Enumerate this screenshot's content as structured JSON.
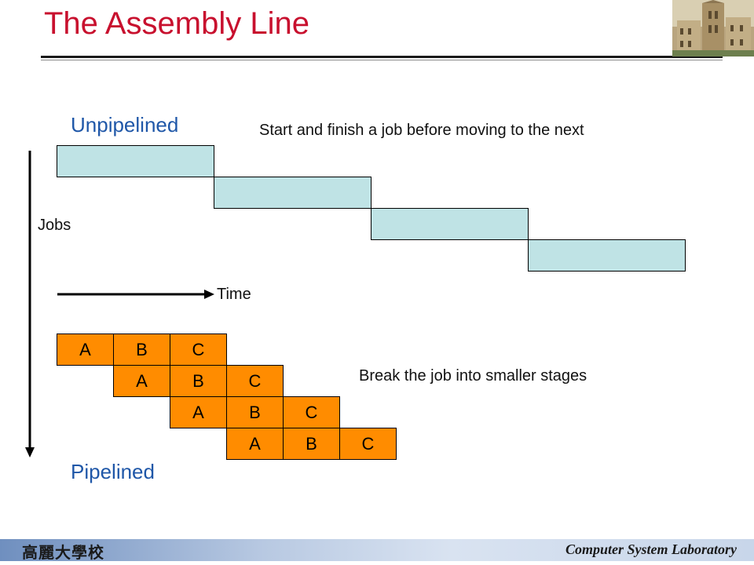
{
  "slide": {
    "title": "The Assembly Line",
    "unpipelined_label": "Unpipelined",
    "unpipelined_note": "Start and finish a job before moving to the next",
    "jobs_label": "Jobs",
    "time_label": "Time",
    "pipelined_label": "Pipelined",
    "pipelined_note": "Break the job into smaller stages"
  },
  "unpipelined_jobs": 4,
  "pipeline_rows": [
    [
      "A",
      "B",
      "C"
    ],
    [
      "A",
      "B",
      "C"
    ],
    [
      "A",
      "B",
      "C"
    ],
    [
      "A",
      "B",
      "C"
    ]
  ],
  "footer": {
    "left_text": "高麗大學校",
    "right_text": "Computer System Laboratory"
  },
  "colors": {
    "title": "#c8102e",
    "heading": "#1f57a8",
    "job_fill": "#bfe3e5",
    "stage_fill": "#ff8c00"
  }
}
